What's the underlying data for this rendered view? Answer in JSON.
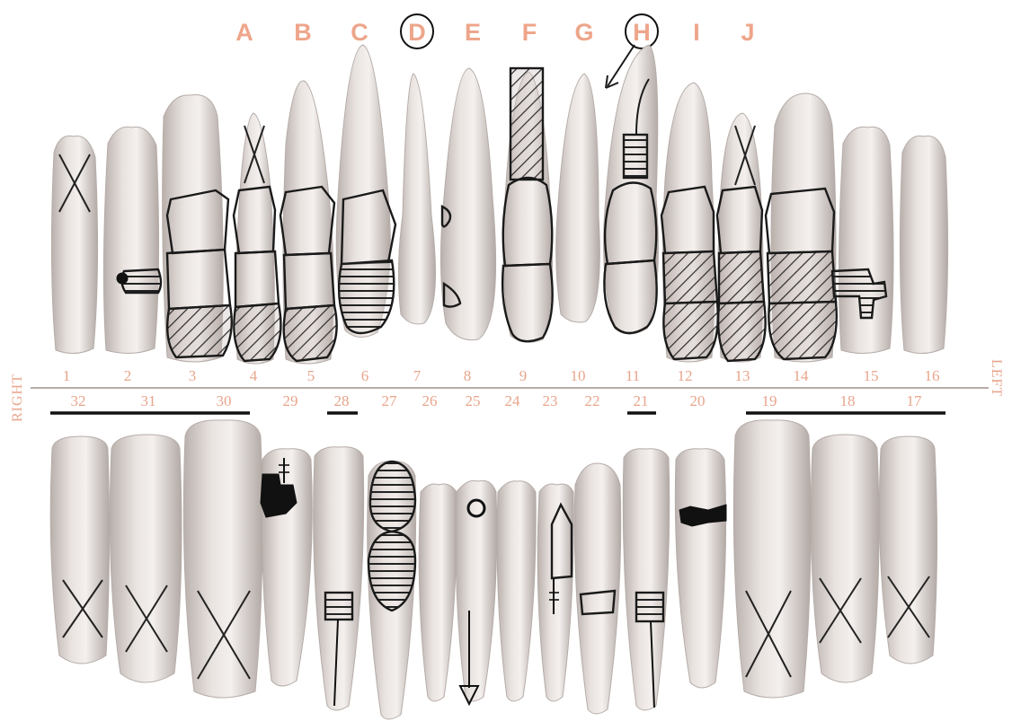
{
  "side_labels": {
    "right": "RIGHT",
    "left": "LEFT"
  },
  "primary_letters": [
    "A",
    "B",
    "C",
    "D",
    "E",
    "F",
    "G",
    "H",
    "I",
    "J"
  ],
  "circled_letters": [
    "D",
    "H"
  ],
  "upper_numbers": [
    "1",
    "2",
    "3",
    "4",
    "5",
    "6",
    "7",
    "8",
    "9",
    "10",
    "11",
    "12",
    "13",
    "14",
    "15",
    "16"
  ],
  "lower_numbers": [
    "32",
    "31",
    "30",
    "29",
    "28",
    "27",
    "26",
    "25",
    "24",
    "23",
    "22",
    "21",
    "20",
    "19",
    "18",
    "17"
  ],
  "colors": {
    "label": "#e8a58c",
    "ink": "#1a1a1a",
    "tooth": "#d8d0cc"
  }
}
